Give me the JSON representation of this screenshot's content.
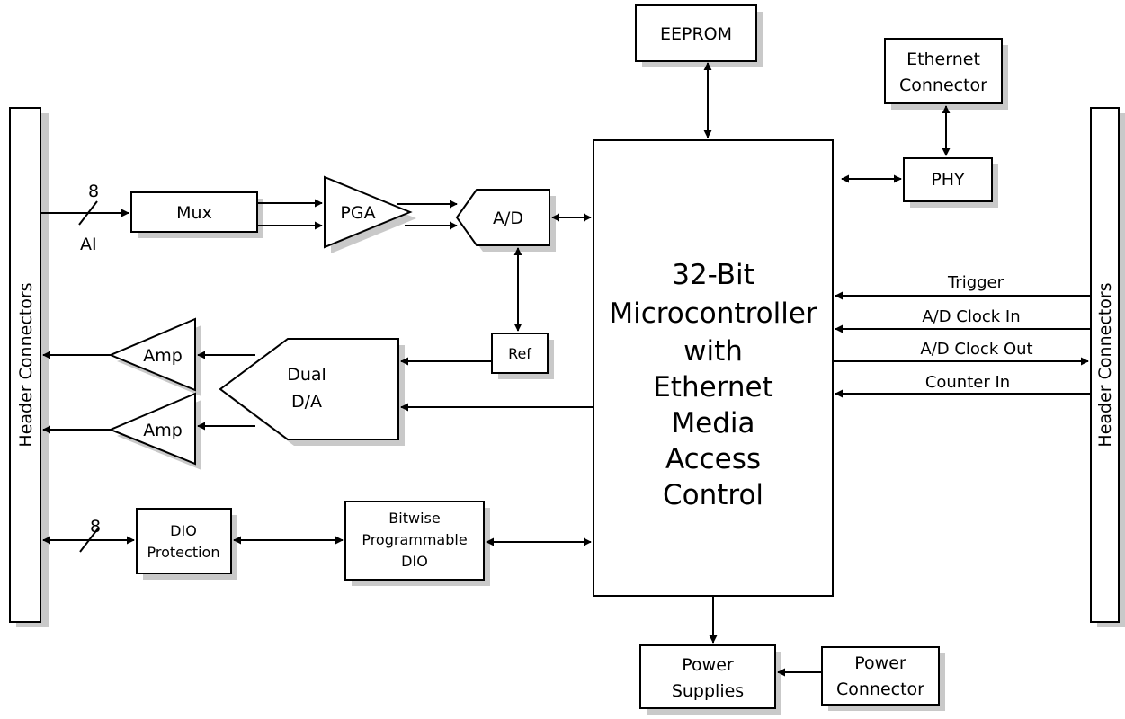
{
  "blocks": {
    "eeprom": "EEPROM",
    "ethernet_connector": [
      "Ethernet",
      "Connector"
    ],
    "phy": "PHY",
    "header_left": "Header Connectors",
    "header_right": "Header Connectors",
    "mux": "Mux",
    "pga": "PGA",
    "ad": "A/D",
    "ref": "Ref",
    "amp_top": "Amp",
    "amp_bottom": "Amp",
    "dual_da": [
      "Dual",
      "D/A"
    ],
    "dio_protection": [
      "DIO",
      "Protection"
    ],
    "bitwise_dio": [
      "Bitwise",
      "Programmable",
      "DIO"
    ],
    "microcontroller": [
      "32-Bit",
      "Microcontroller",
      "with",
      "Ethernet",
      "Media",
      "Access",
      "Control"
    ],
    "power_supplies": [
      "Power",
      "Supplies"
    ],
    "power_connector": [
      "Power",
      "Connector"
    ]
  },
  "signals": {
    "ai_bus_width": "8",
    "ai_label": "AI",
    "dio_bus_width": "8",
    "trigger": "Trigger",
    "ad_clock_in": "A/D Clock In",
    "ad_clock_out": "A/D Clock Out",
    "counter_in": "Counter In"
  },
  "colors": {
    "line": "#000000",
    "shadow": "#c9c9c9",
    "background": "#ffffff"
  }
}
